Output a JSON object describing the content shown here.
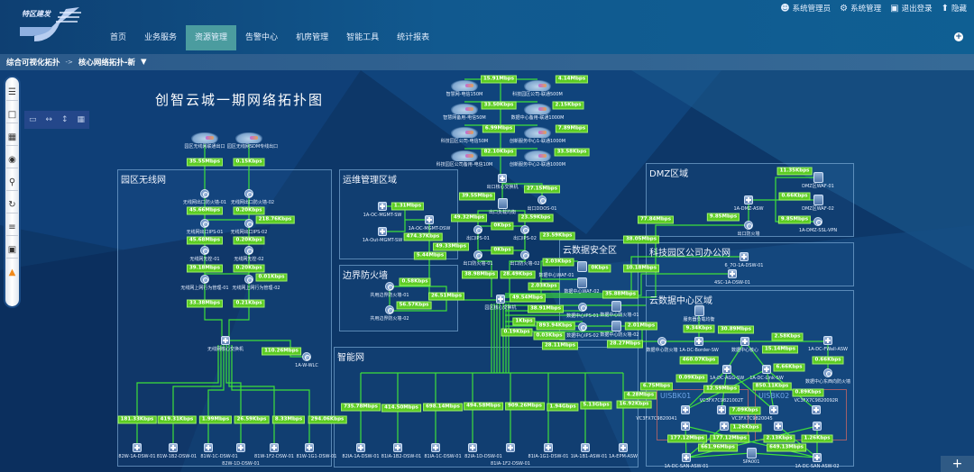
{
  "header": {
    "logo_text": "特区建发",
    "nav": [
      "首页",
      "业务服务",
      "资源管理",
      "告警中心",
      "机房管理",
      "智能工具",
      "统计报表"
    ],
    "active_nav": "资源管理",
    "user": "系统管理员",
    "settings": "系统管理",
    "logout": "退出登录",
    "hide": "隐藏"
  },
  "breadcrumb": {
    "root": "综合可视化拓扑",
    "current": "核心网络拓扑-新"
  },
  "toolbar": {
    "icons": [
      "tree-icon",
      "window-icon",
      "layout-icon",
      "target-icon",
      "search-icon",
      "refresh-icon",
      "list-icon",
      "save-icon",
      "warning-icon"
    ],
    "sub_icons": [
      "monitor-icon",
      "move-horizontal-icon",
      "move-vertical-icon",
      "grid-icon"
    ]
  },
  "topology": {
    "title": "创智云城一期网络拓扑图",
    "zones": {
      "wireless": "园区无线网",
      "ops": "运维管理区域",
      "border": "边界防火墙",
      "smart": "智能网",
      "dmz": "DMZ区域",
      "office": "科技园区公司办公网",
      "security": "云数据安全区",
      "dc": "云数据中心区域",
      "uisbk01": "UISBK01",
      "uisbk02": "UISBK02"
    },
    "nodes": [
      "智慧网-电信150M",
      "科技园区公司-联通500M",
      "智慧网备用-电信50M",
      "数据中心备用-联通1000M",
      "科技园区公司-电信50M",
      "创新服务中心1-联通1000M",
      "科技园区公司备用-电信10M",
      "创新服务中心2-联通1000M",
      "园区无线网联通出口",
      "园区无线网SDM专线出口",
      "出口核心交换机",
      "出口DDOS-01",
      "出口负载均衡",
      "出口IPS-01",
      "出口IPS-02",
      "出口防火墙-01",
      "出口防火墙-02",
      "园区核心交换机",
      "无线网出口防火墙-01",
      "无线网出口防火墙-02",
      "无线网出口IPS-01",
      "无线网出口IPS-02",
      "无线网无控-01",
      "无线网无控-02",
      "无线网上网行为管理-01",
      "无线网上网行为管理-02",
      "无线网核心交换机",
      "1A-W-WLC",
      "82W-1A-DSW-01",
      "81W-1B2-DSW-01",
      "81W-1C-DSW-01",
      "82W-1D-DSW-01",
      "81W-1F2-DSW-01",
      "81W-1G1-DSW-01",
      "1A-OC-MGMT-SW",
      "1A-Out-MGMT-SW",
      "1A-OC-MGMT-DSW",
      "共用边界防火墙-01",
      "共用边界防火墙-02",
      "82IA-1A-DSW-01",
      "81IA-1B2-DSW-01",
      "81IA-1C-DSW-01",
      "82IA-1D-DSW-01",
      "81IA-1F2-DSW-01",
      "81IA-1G1-DSW-01",
      "1IA-1B1-ASW-01",
      "1A-EPM-ASW",
      "1A-DMZ-ASW",
      "DMZ区WAF-01",
      "DMZ区WAF-02",
      "1A-DMZ-SSL-VPN",
      "出口防火墙",
      "6_7O-1A-DSW-01",
      "4SC-1A-DSW-01",
      "数据中心WAF-01",
      "数据中心WAF-02",
      "数据中心IPS-01",
      "数据中心IPS-02",
      "数据中心防火墙-01",
      "数据中心防火墙-02",
      "服务器负载均衡",
      "数据中心防火墙",
      "1A-DC-Border-SW",
      "数据中心核心",
      "1A-DC-FWall-ASW",
      "数据中心东西向防火墙",
      "1A-DC-AGG-SW",
      "1A-DC-Link-SW",
      "VC3FX7C9820041",
      "VC3FX7C9821002T",
      "VC3FX7C9820045",
      "VC3FX7C9820092R",
      "",
      "",
      "",
      "",
      "1A-DC-SAN-ASW-01",
      "1A-DC-SAN-ASW-02",
      "SPA001"
    ],
    "rates": [
      "15.91Mbps",
      "4.14Mbps",
      "33.50Kbps",
      "2.15Kbps",
      "6.99Mbps",
      "7.89Mbps",
      "82.10Kbps",
      "33.58Kbps",
      "39.55Mbps",
      "27.15Mbps",
      "49.32Mbps",
      "23.59Kbps",
      "0Kbps",
      "49.33Mbps",
      "23.59Kbps",
      "0Kbps",
      "38.98Mbps",
      "28.49Kbps",
      "35.55Mbps",
      "0.15Kbps",
      "45.66Mbps",
      "0.20Kbps",
      "218.76Kbps",
      "45.68Mbps",
      "0.20Kbps",
      "39.18Mbps",
      "0.20Kbps",
      "0.01Kbps",
      "33.38Mbps",
      "0.21Kbps",
      "110.26Mbps",
      "181.33Kbps",
      "419.31Kbps",
      "1.99Mbps",
      "26.59Kbps",
      "8.33Mbps",
      "294.06Kbps",
      "1.31Mbps",
      "474.37Kbps",
      "5.44Mbps",
      "0.58Kbps",
      "56.57Kbps",
      "26.51Mbps",
      "735.78Mbps",
      "414.50Mbps",
      "698.14Mbps",
      "494.58Mbps",
      "909.26Mbps",
      "1.94Gbps",
      "5.13Gbps",
      "16.92Kbps",
      "11.35Kbps",
      "0.66Kbps",
      "9.85Mbps",
      "9.85Mbps",
      "77.84Mbps",
      "38.05Mbps",
      "10.18Mbps",
      "2.03Kbps",
      "2.03Kbps",
      "0Kbps",
      "49.54Mbps",
      "38.91Mbps",
      "35.88Mbps",
      "893.94Kbps",
      "2.01Mbps",
      "0.03Kbps",
      "1Kbps",
      "0.19Kbps",
      "28.11Mbps",
      "9.34Kbps",
      "28.27Mbps",
      "30.89Mbps",
      "2.58Kbps",
      "460.07Kbps",
      "15.14Mbps",
      "0.66Kbps",
      "12.59Mbps",
      "0.09Kbps",
      "6.66Kbps",
      "0.89Kbps",
      "6.75Mbps",
      "7.09Kbps",
      "4.28Mbps",
      "850.11Kbps",
      "177.12Mbps",
      "177.12Mbps",
      "1.26Kbps",
      "2.13Kbps",
      "1.26Kbps",
      "661.96Mbps",
      "649.13Mbps"
    ],
    "link_color": "#3ee03a",
    "rate_badge_color": "#5ccc22"
  },
  "add_button": "+"
}
